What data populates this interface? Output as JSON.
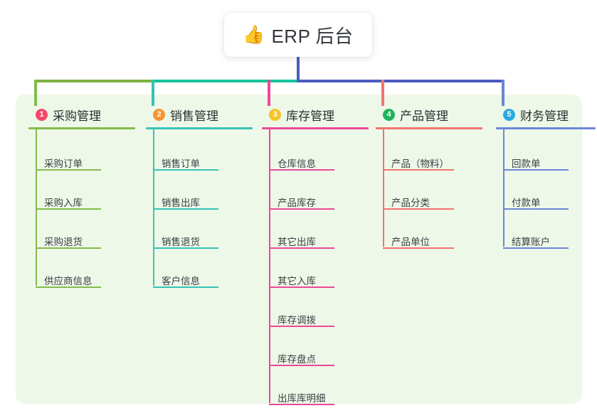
{
  "root": {
    "emoji": "👍",
    "emoji_name": "thumbs-up-icon",
    "title": "ERP 后台"
  },
  "colors": {
    "panel_bg": "#eef8e8",
    "page_bg": "#ffffff",
    "bus_left": "#7cb342",
    "bus_mid": "#15c39a",
    "bus_right": "#4a5bc0",
    "root_stem": "#4a5bc0"
  },
  "columns": [
    {
      "index": "1",
      "badge_color": "#f2496a",
      "line_color": "#84bb4c",
      "title": "采购管理",
      "items": [
        {
          "label": "采购订单"
        },
        {
          "label": "采购入库"
        },
        {
          "label": "采购退货"
        },
        {
          "label": "供应商信息"
        }
      ]
    },
    {
      "index": "2",
      "badge_color": "#f79432",
      "line_color": "#35c4b5",
      "title": "销售管理",
      "items": [
        {
          "label": "销售订单"
        },
        {
          "label": "销售出库"
        },
        {
          "label": "销售退货"
        },
        {
          "label": "客户信息"
        }
      ]
    },
    {
      "index": "3",
      "badge_color": "#f8c325",
      "line_color": "#ec4899",
      "title": "库存管理",
      "items": [
        {
          "label": "仓库信息"
        },
        {
          "label": "产品库存"
        },
        {
          "label": "其它出库"
        },
        {
          "label": "其它入库"
        },
        {
          "label": "库存调拨"
        },
        {
          "label": "库存盘点"
        },
        {
          "label": "出库库明细"
        }
      ]
    },
    {
      "index": "4",
      "badge_color": "#21b35a",
      "line_color": "#f4726e",
      "title": "产品管理",
      "items": [
        {
          "label": "产品（物料）"
        },
        {
          "label": "产品分类"
        },
        {
          "label": "产品单位"
        }
      ]
    },
    {
      "index": "5",
      "badge_color": "#29aae3",
      "line_color": "#6b86d6",
      "title": "财务管理",
      "items": [
        {
          "label": "回款单"
        },
        {
          "label": "付款单"
        },
        {
          "label": "结算账户"
        }
      ]
    }
  ]
}
